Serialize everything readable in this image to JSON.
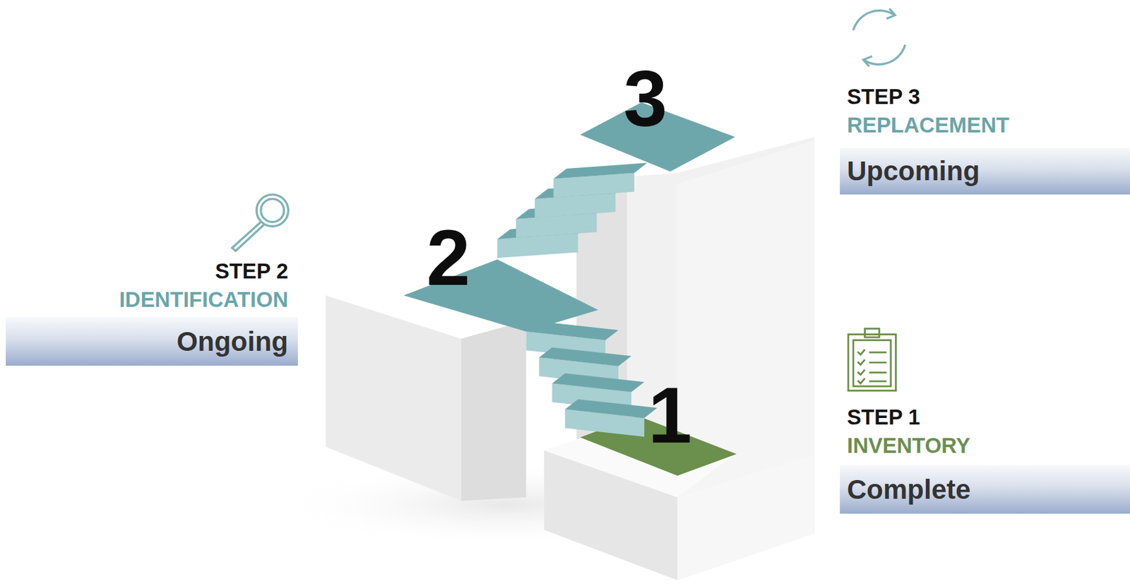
{
  "diagram": {
    "nodes": [
      {
        "text": [
          "STEP 3",
          "REPLACEMENT",
          "Upcoming"
        ]
      },
      {
        "text": [
          "STEP 2",
          "IDENTIFICATION",
          "Ongoing"
        ]
      },
      {
        "text": [
          "STEP 1",
          "INVENTORY",
          "Complete"
        ]
      }
    ],
    "labels": [
      "3",
      "2",
      "1"
    ]
  }
}
